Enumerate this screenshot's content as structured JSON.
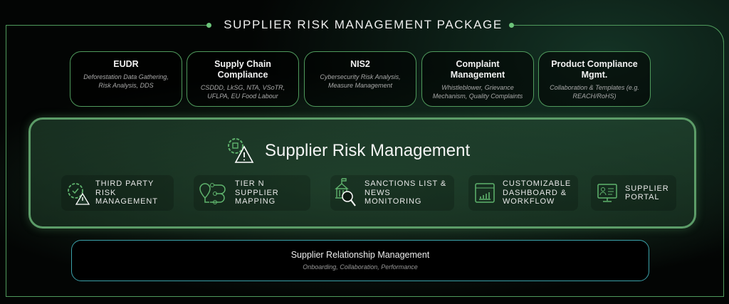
{
  "package_title": "SUPPLIER RISK MANAGEMENT PACKAGE",
  "modules": [
    {
      "title": "EUDR",
      "subtitle": "Deforestation Data Gathering, Risk Analysis, DDS"
    },
    {
      "title": "Supply Chain Compliance",
      "subtitle": "CSDDD, LkSG, NTA, VSoTR, UFLPA, EU Food Labour"
    },
    {
      "title": "NIS2",
      "subtitle": "Cybersecurity Risk Analysis, Measure Management"
    },
    {
      "title": "Complaint Management",
      "subtitle": "Whistleblower, Grievance Mechanism, Quality Complaints"
    },
    {
      "title": "Product Compliance Mgmt.",
      "subtitle": "Collaboration & Templates (e.g. REACH/RoHS)"
    }
  ],
  "core": {
    "title": "Supplier Risk Management",
    "icon": "gear-warning-icon",
    "features": [
      {
        "label": "THIRD PARTY RISK MANAGEMENT",
        "icon": "gear-warning-icon"
      },
      {
        "label": "TIER N SUPPLIER MAPPING",
        "icon": "map-route-icon"
      },
      {
        "label": "SANCTIONS LIST & NEWS MONITORING",
        "icon": "building-search-icon"
      },
      {
        "label": "CUSTOMIZABLE DASHBOARD & WORKFLOW",
        "icon": "dashboard-icon"
      },
      {
        "label": "SUPPLIER PORTAL",
        "icon": "portal-icon"
      }
    ]
  },
  "relationship": {
    "title": "Supplier Relationship Management",
    "subtitle": "Onboarding, Collaboration, Performance"
  },
  "colors": {
    "green": "#4f9a5c",
    "teal": "#3aa0a8"
  }
}
